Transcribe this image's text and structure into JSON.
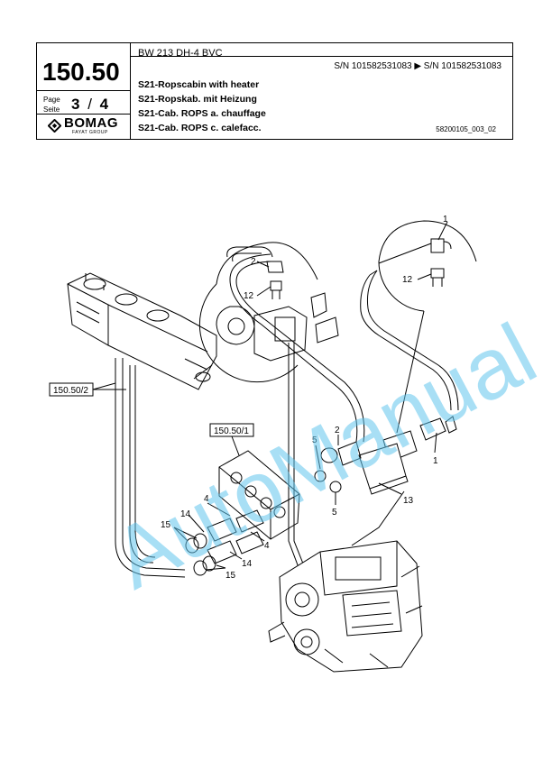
{
  "header": {
    "section_number": "150.50",
    "page_label_en": "Page",
    "page_label_de": "Seite",
    "page_current": "3",
    "page_separator": "/",
    "page_total": "4",
    "brand": "BOMAG",
    "brand_sub": "FAYAT GROUP",
    "model": "BW 213 DH-4 BVC",
    "serial_range": "S/N 101582531083  ▶  S/N 101582531083",
    "titles": [
      "S21-Ropscabin with heater",
      "S21-Ropskab. mit Heizung",
      "S21-Cab. ROPS a. chauffage",
      "S21-Cab. ROPS c. calefacc."
    ],
    "doc_id": "58200105_003_02"
  },
  "drawing": {
    "refs": [
      "150.50/2",
      "150.50/1"
    ],
    "callouts": {
      "c1_top": "1",
      "c12_right": "12",
      "c2_left": "2",
      "c12_left": "12",
      "c5_top": "5",
      "c2_mid": "2",
      "c1_mid": "1",
      "c13": "13",
      "c5_bottom": "5",
      "c4_top": "4",
      "c14_top": "14",
      "c15_top": "15",
      "c4_bottom": "4",
      "c14_bottom": "14",
      "c15_bottom": "15"
    },
    "watermark": "AutoManual"
  },
  "colors": {
    "watermark": "#60c4ec",
    "line": "#000000"
  }
}
